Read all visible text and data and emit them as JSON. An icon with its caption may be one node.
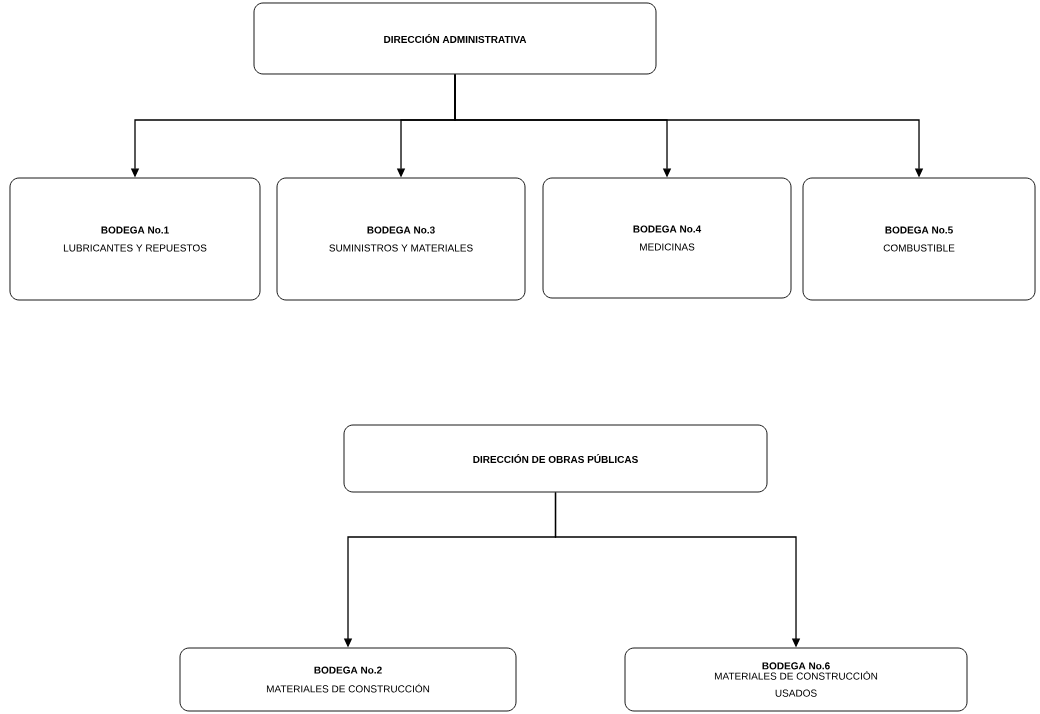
{
  "diagram": {
    "nodes": [
      {
        "text": [
          "DIRECCIÓN ADMINISTRATIVA"
        ]
      },
      {
        "text": [
          "BODEGA No.1",
          "LUBRICANTES Y REPUESTOS"
        ]
      },
      {
        "text": [
          "BODEGA No.3",
          "SUMINISTROS Y MATERIALES"
        ]
      },
      {
        "text": [
          "BODEGA No.4",
          "MEDICINAS"
        ]
      },
      {
        "text": [
          "BODEGA No.5",
          "COMBUSTIBLE"
        ]
      },
      {
        "text": [
          "DIRECCIÓN DE OBRAS PÚBLICAS"
        ]
      },
      {
        "text": [
          "BODEGA No.2",
          "MATERIALES DE CONSTRUCCIÓN"
        ]
      },
      {
        "text": [
          "BODEGA No.6",
          "MATERIALES DE CONSTRUCCIÓN USADOS"
        ]
      }
    ],
    "edges": [
      {
        "from": 0,
        "to": 1,
        "arrow": "to"
      },
      {
        "from": 0,
        "to": 2,
        "arrow": "to"
      },
      {
        "from": 0,
        "to": 3,
        "arrow": "to"
      },
      {
        "from": 0,
        "to": 4,
        "arrow": "to"
      },
      {
        "from": 5,
        "to": 6,
        "arrow": "to"
      },
      {
        "from": 5,
        "to": 7,
        "arrow": "to"
      }
    ]
  }
}
